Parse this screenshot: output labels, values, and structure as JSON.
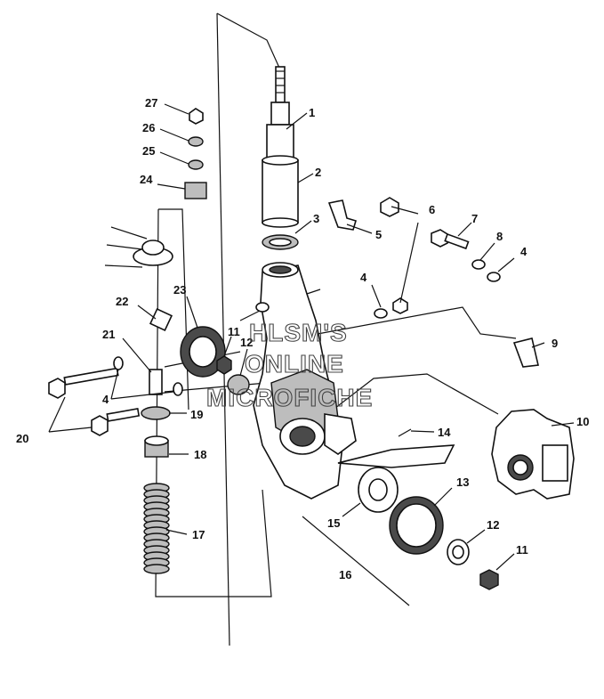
{
  "watermark": {
    "line1": "HLSM'S",
    "line2": "ONLINE",
    "line3": "MICROFICHE"
  },
  "callouts": [
    {
      "id": "c1",
      "text": "1"
    },
    {
      "id": "c2",
      "text": "2"
    },
    {
      "id": "c3",
      "text": "3"
    },
    {
      "id": "c4a",
      "text": "4"
    },
    {
      "id": "c4b",
      "text": "4"
    },
    {
      "id": "c4c",
      "text": "4"
    },
    {
      "id": "c5",
      "text": "5"
    },
    {
      "id": "c6",
      "text": "6"
    },
    {
      "id": "c7",
      "text": "7"
    },
    {
      "id": "c8",
      "text": "8"
    },
    {
      "id": "c9",
      "text": "9"
    },
    {
      "id": "c10",
      "text": "10"
    },
    {
      "id": "c11a",
      "text": "11"
    },
    {
      "id": "c11b",
      "text": "11"
    },
    {
      "id": "c12a",
      "text": "12"
    },
    {
      "id": "c12b",
      "text": "12"
    },
    {
      "id": "c13",
      "text": "13"
    },
    {
      "id": "c14",
      "text": "14"
    },
    {
      "id": "c15",
      "text": "15"
    },
    {
      "id": "c16",
      "text": "16"
    },
    {
      "id": "c17",
      "text": "17"
    },
    {
      "id": "c18",
      "text": "18"
    },
    {
      "id": "c19",
      "text": "19"
    },
    {
      "id": "c20",
      "text": "20"
    },
    {
      "id": "c21",
      "text": "21"
    },
    {
      "id": "c22",
      "text": "22"
    },
    {
      "id": "c23",
      "text": "23"
    },
    {
      "id": "c24",
      "text": "24"
    },
    {
      "id": "c25",
      "text": "25"
    },
    {
      "id": "c26",
      "text": "26"
    },
    {
      "id": "c27",
      "text": "27"
    }
  ]
}
